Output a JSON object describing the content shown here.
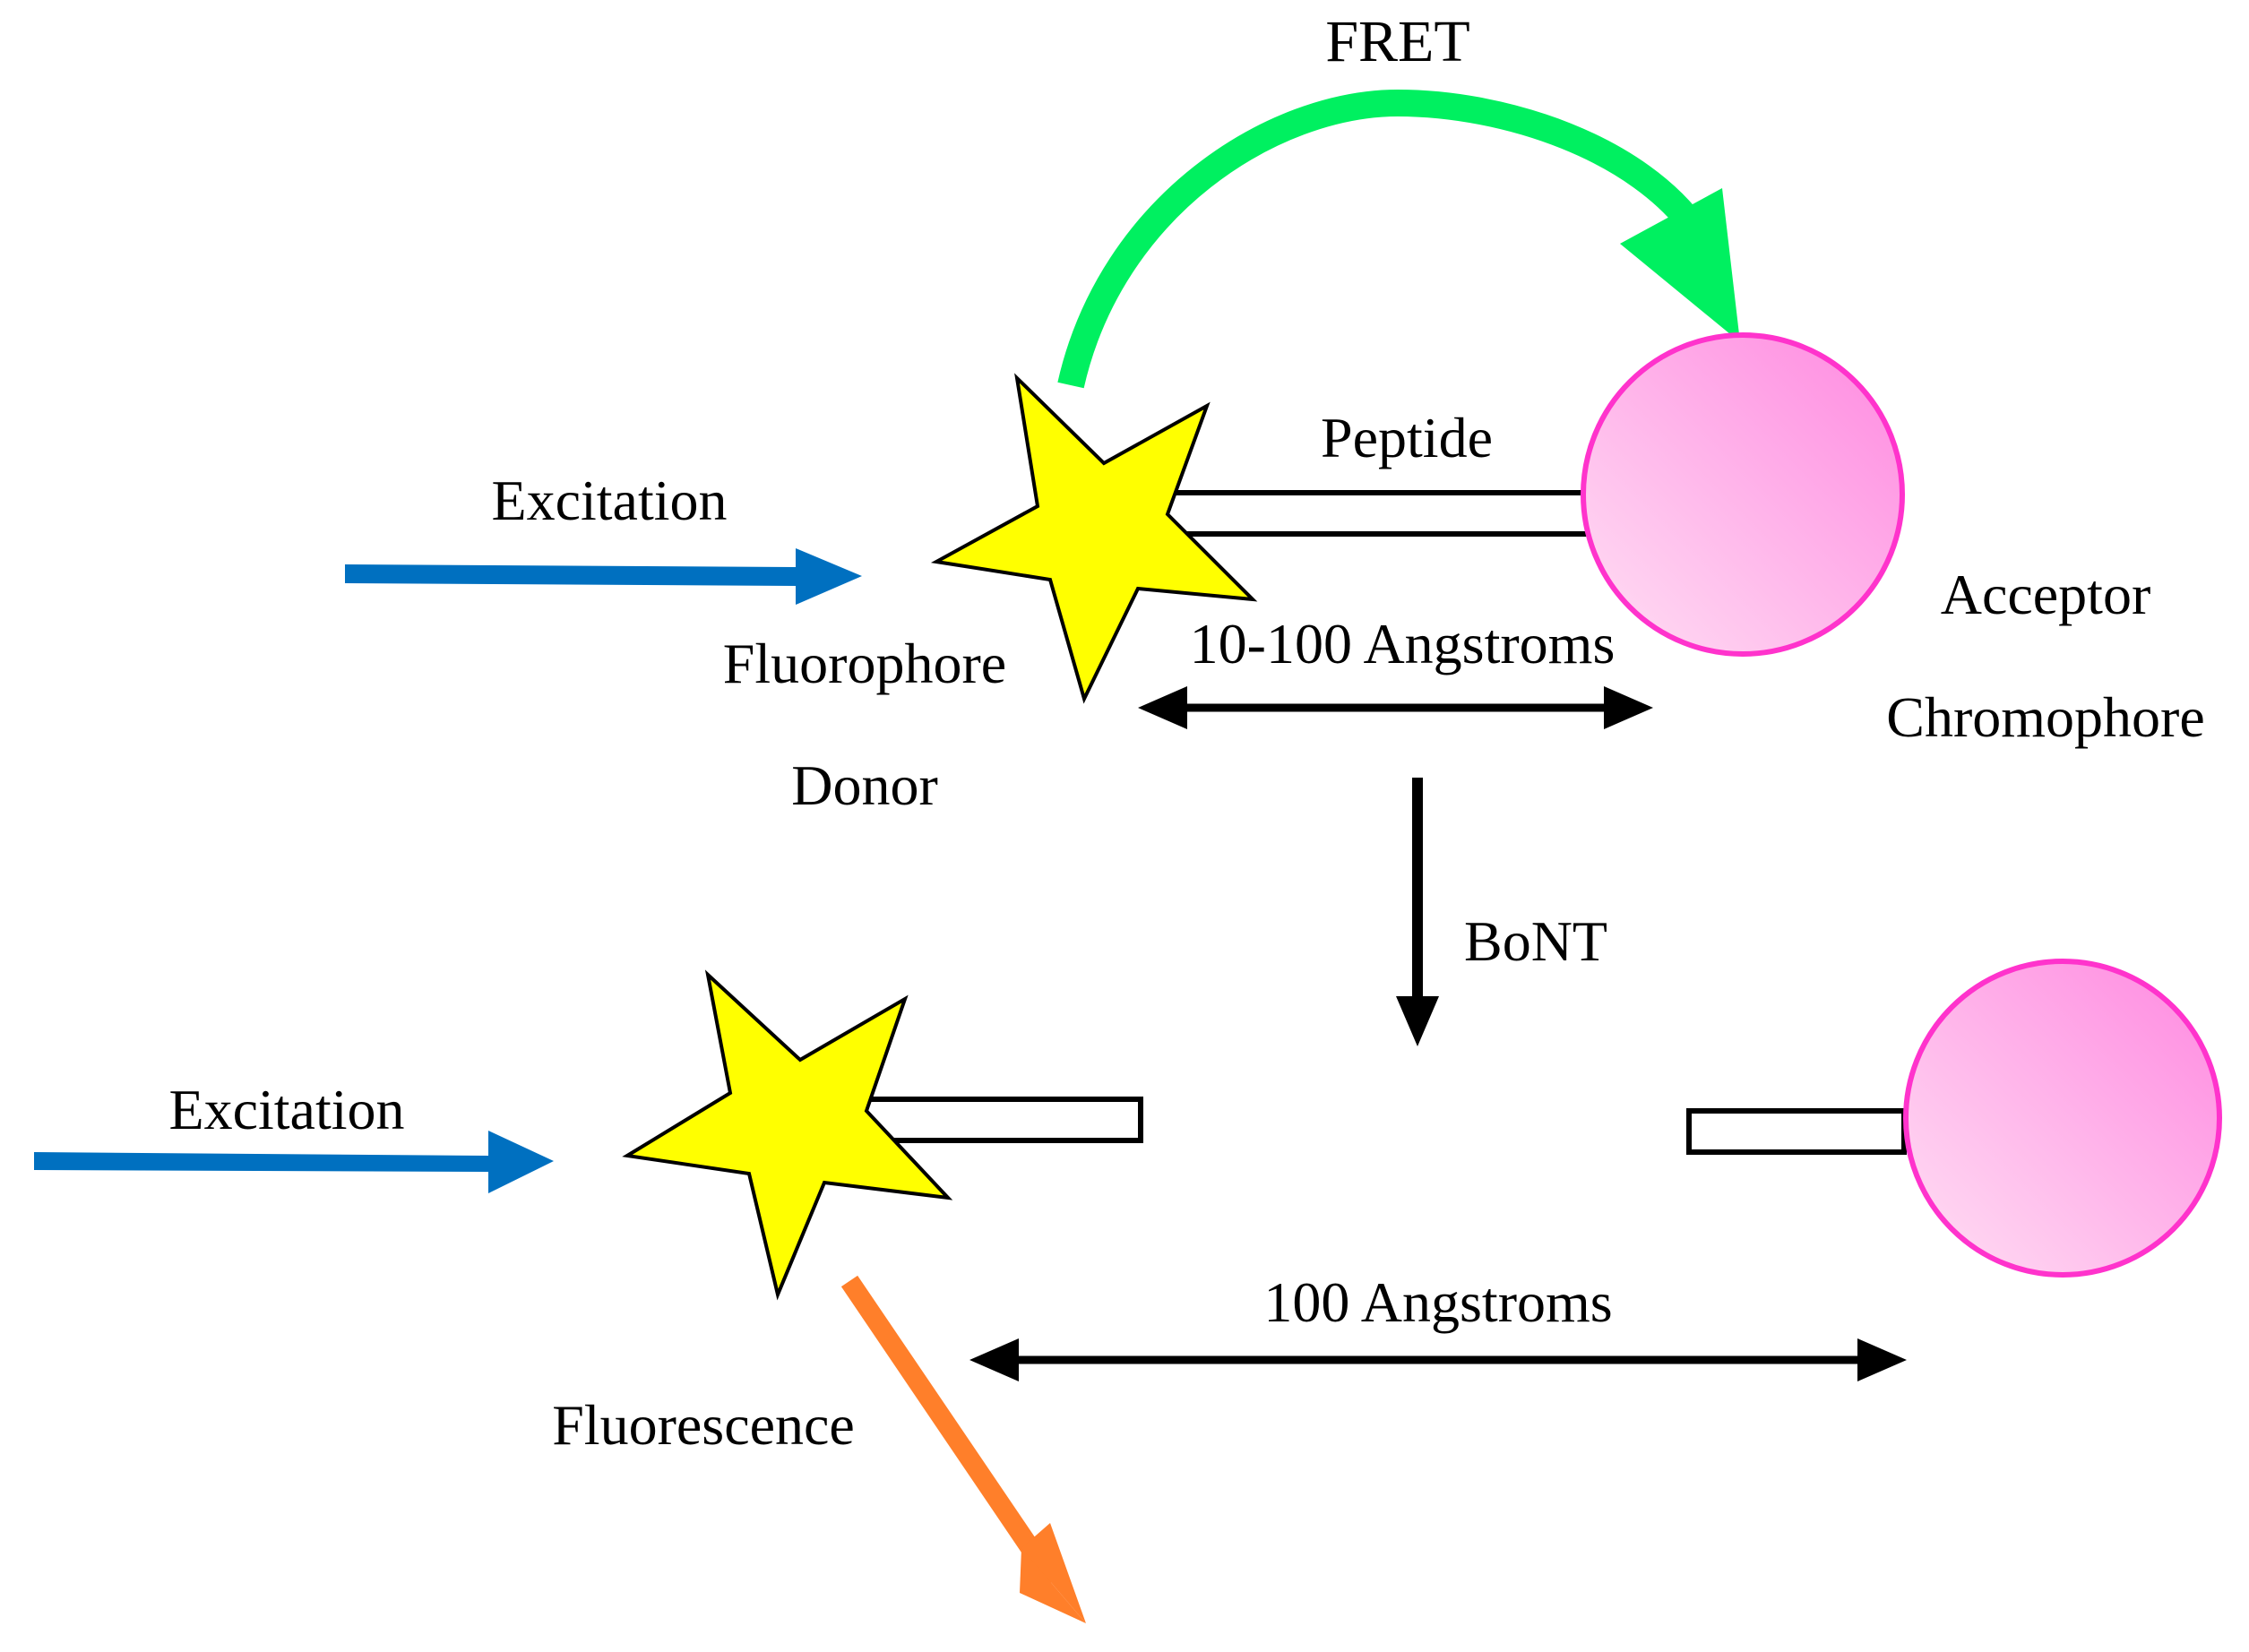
{
  "colors": {
    "excitation_arrow": "#0070c0",
    "fret_arrow": "#00f060",
    "fluorescence_arrow": "#ff7f2a",
    "star_fill": "#ffff00",
    "acceptor_stroke": "#ff33cc",
    "acceptor_fill_light": "#ffe0f4",
    "acceptor_fill_dark": "#ff88e0",
    "distance_arrow": "#000000"
  },
  "icons": {
    "donor": "star",
    "acceptor": "circle",
    "peptide": "rectangle-bar"
  },
  "labels": {
    "fret": "FRET",
    "excitation_top": "Excitation",
    "excitation_bottom": "Excitation",
    "peptide": "Peptide",
    "fluorophore": "Fluorophore",
    "donor": "Donor",
    "distance_intact": "10-100 Angstroms",
    "acceptor": "Acceptor",
    "chromophore": "Chromophore",
    "bont": "BoNT",
    "distance_cleaved": "100 Angstroms",
    "fluorescence": "Fluorescence"
  }
}
